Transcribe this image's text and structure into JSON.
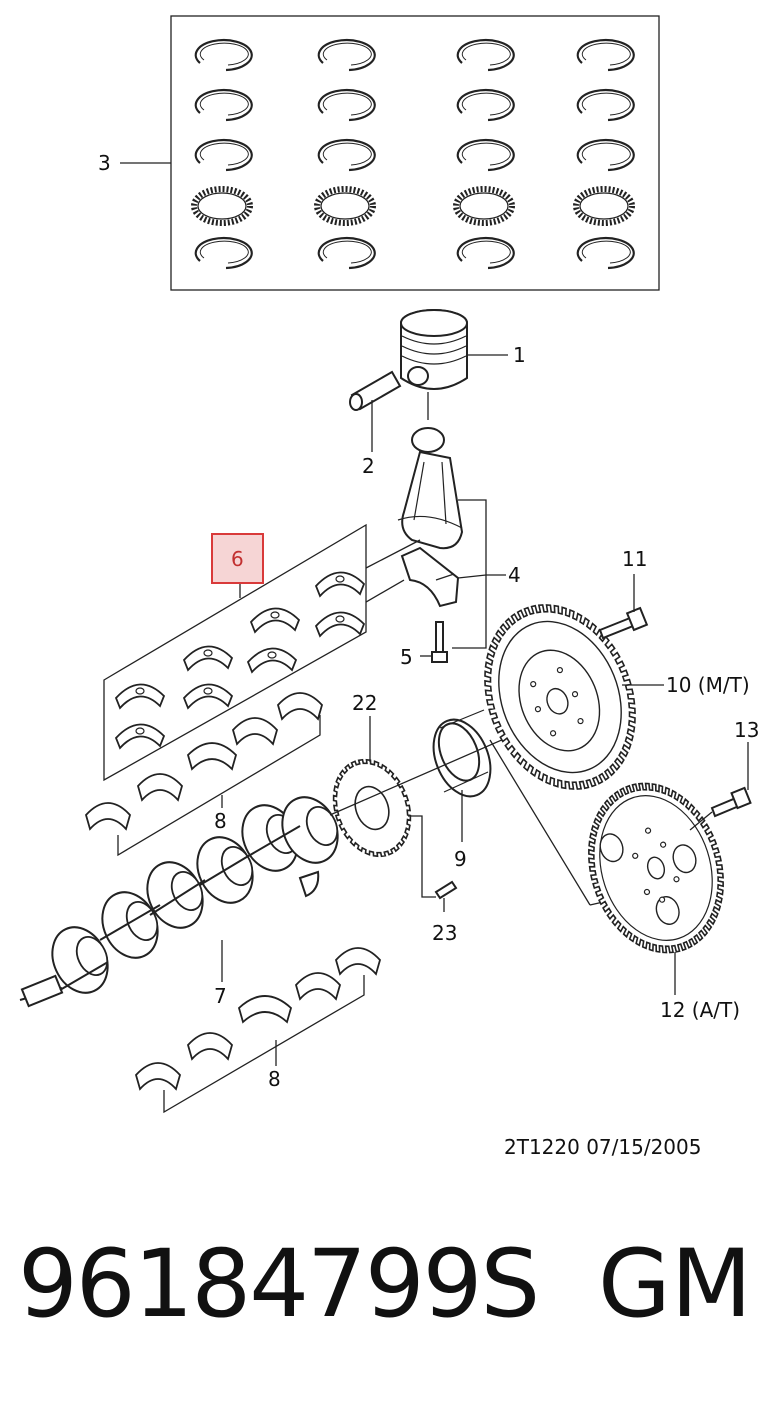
{
  "diagram": {
    "callouts": {
      "c1": "1",
      "c2": "2",
      "c3": "3",
      "c4": "4",
      "c5": "5",
      "c6": "6",
      "c7": "7",
      "c8a": "8",
      "c8b": "8",
      "c9": "9",
      "c10": "10 (M/T)",
      "c11": "11",
      "c12": "12 (A/T)",
      "c13": "13",
      "c22": "22",
      "c23": "23"
    },
    "highlight_color": "#d93a3a",
    "highlight_fill": "#f6d5d5"
  },
  "footer": {
    "diagram_code": "2T1220  07/15/2005",
    "part_number": "96184799S",
    "brand": "GM"
  }
}
